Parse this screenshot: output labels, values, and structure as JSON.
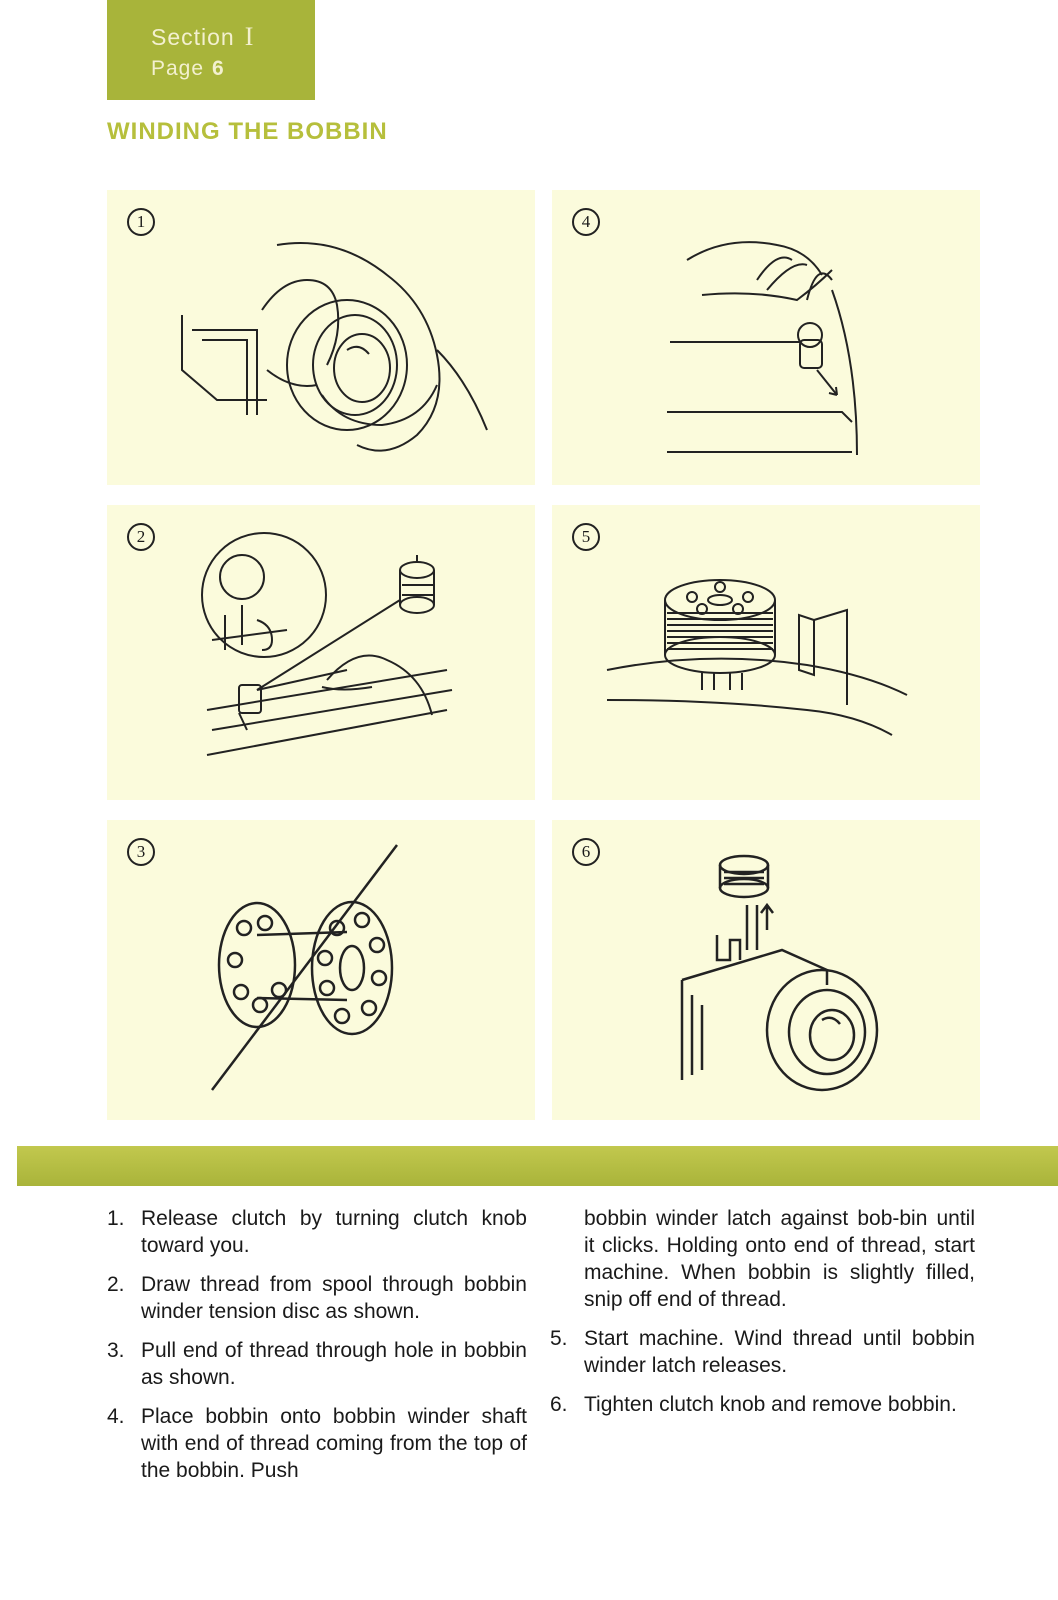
{
  "header": {
    "section_label": "Section",
    "section_numeral": "I",
    "page_label": "Page",
    "page_number": "6"
  },
  "title": "WINDING THE BOBBIN",
  "panels": [
    {
      "number": "1",
      "image": "hand-turning-clutch-knob"
    },
    {
      "number": "4",
      "image": "bobbin-on-winder-with-thread"
    },
    {
      "number": "2",
      "image": "thread-from-spool-through-tension-disc"
    },
    {
      "number": "5",
      "image": "bobbin-filling-with-latch"
    },
    {
      "number": "3",
      "image": "thread-through-bobbin-hole"
    },
    {
      "number": "6",
      "image": "removing-bobbin-from-shaft"
    }
  ],
  "instructions": {
    "left": [
      {
        "num": "1.",
        "text": "Release clutch by turning clutch knob toward you."
      },
      {
        "num": "2.",
        "text": "Draw thread from spool through bobbin winder tension disc as shown."
      },
      {
        "num": "3.",
        "text": "Pull end of thread through hole in bobbin as shown."
      },
      {
        "num": "4.",
        "text": "Place bobbin onto bobbin winder shaft with end of thread coming from the top of the bobbin.  Push"
      }
    ],
    "right_continuation": "bobbin winder latch against bob-bin until it clicks.  Holding onto end of thread, start machine. When bobbin is slightly filled, snip off end of thread.",
    "right": [
      {
        "num": "5.",
        "text": "Start machine.  Wind thread until bobbin winder latch releases."
      },
      {
        "num": "6.",
        "text": "Tighten clutch knob and remove bobbin."
      }
    ]
  },
  "colors": {
    "accent": "#a8b43a",
    "title": "#b6bf3c",
    "panel_bg": "#fbfbdc"
  }
}
